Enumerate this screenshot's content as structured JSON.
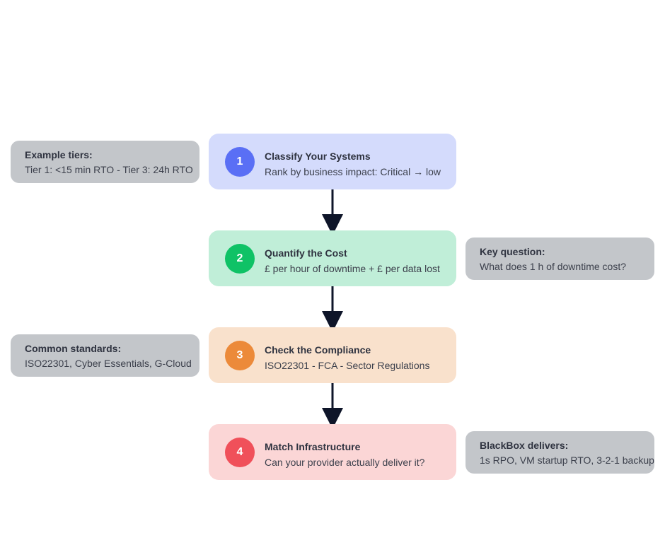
{
  "colors": {
    "step1_bg": "#d4dbfc",
    "step1_badge": "#5a6ff5",
    "step2_bg": "#c0eed8",
    "step2_badge": "#0fc266",
    "step3_bg": "#f9e1cc",
    "step3_badge": "#ec8a3a",
    "step4_bg": "#fbd6d6",
    "step4_badge": "#f0505a",
    "note_bg": "#c3c6ca",
    "arrow": "#0e1529"
  },
  "steps": [
    {
      "number": "1",
      "title": "Classify Your Systems",
      "description": "Rank by business impact: Critical → low"
    },
    {
      "number": "2",
      "title": "Quantify the Cost",
      "description": "£ per hour of downtime + £ per data lost"
    },
    {
      "number": "3",
      "title": "Check the Compliance",
      "description": "ISO22301 - FCA - Sector Regulations"
    },
    {
      "number": "4",
      "title": "Match Infrastructure",
      "description": "Can your provider actually deliver it?"
    }
  ],
  "notes": [
    {
      "title": "Example tiers:",
      "text": "Tier 1: <15 min RTO - Tier 3: 24h RTO"
    },
    {
      "title": "Key question:",
      "text": "What does 1 h of downtime cost?"
    },
    {
      "title": "Common standards:",
      "text": "ISO22301, Cyber Essentials, G-Cloud"
    },
    {
      "title": "BlackBox delivers:",
      "text": "1s RPO, VM startup RTO, 3-2-1 backup"
    }
  ]
}
